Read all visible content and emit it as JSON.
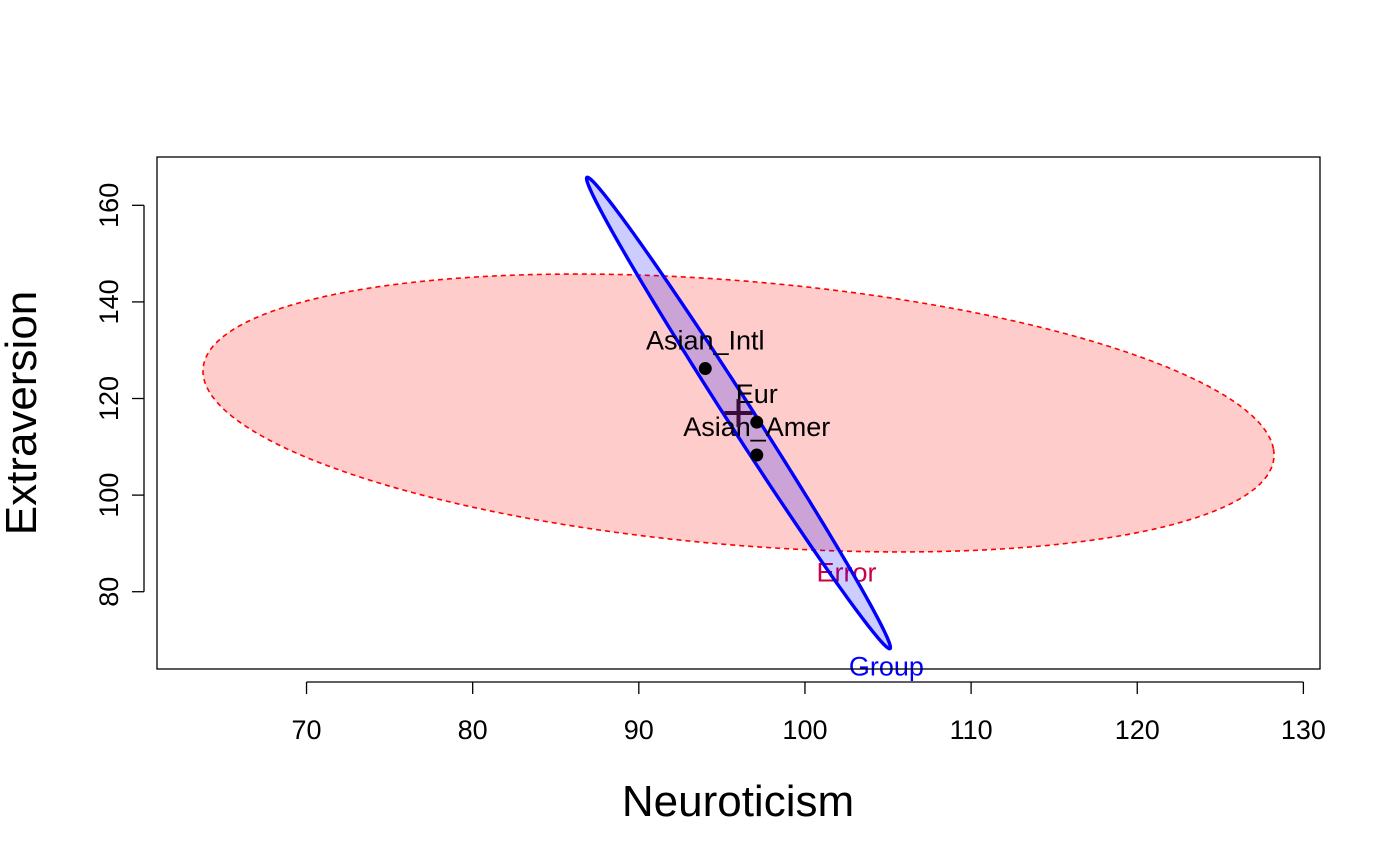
{
  "chart_data": {
    "type": "scatter",
    "title": "",
    "xlabel": "Neuroticism",
    "ylabel": "Extraversion",
    "xlim": [
      61,
      131
    ],
    "ylim": [
      64,
      170
    ],
    "xticks": [
      70,
      80,
      90,
      100,
      110,
      120,
      130
    ],
    "yticks": [
      80,
      100,
      120,
      140,
      160
    ],
    "grid": false,
    "points": [
      {
        "label": "Asian_Intl",
        "x": 94,
        "y": 126.2
      },
      {
        "label": "Eur",
        "x": 97.1,
        "y": 115.1
      },
      {
        "label": "Asian_Amer",
        "x": 97.1,
        "y": 108.3
      }
    ],
    "grand_mean": {
      "x": 96,
      "y": 117
    },
    "ellipses": [
      {
        "label": "Error",
        "color": "#ff0000",
        "fill": "#ff0000",
        "fill_opacity": 0.2,
        "line_style": "dashed",
        "center": {
          "x": 96,
          "y": 117
        },
        "vertices": [
          {
            "x": 128.2,
            "y": 109.6
          },
          {
            "x": 63.8,
            "y": 124.4
          }
        ],
        "covertices": [
          {
            "x": 94.5,
            "y": 144.8
          },
          {
            "x": 97.5,
            "y": 89.2
          }
        ],
        "label_at": {
          "x": 102.5,
          "y": 84
        }
      },
      {
        "label": "Group",
        "color": "#0000ff",
        "fill": "#0000ff",
        "fill_opacity": 0.2,
        "line_style": "solid",
        "center": {
          "x": 96,
          "y": 117
        },
        "vertices": [
          {
            "x": 86.9,
            "y": 165.8
          },
          {
            "x": 105.1,
            "y": 68.2
          }
        ],
        "covertices": [
          {
            "x": 96.9,
            "y": 117.2
          },
          {
            "x": 95.1,
            "y": 116.8
          }
        ],
        "label_at": {
          "x": 104.9,
          "y": 64.5
        }
      }
    ]
  }
}
